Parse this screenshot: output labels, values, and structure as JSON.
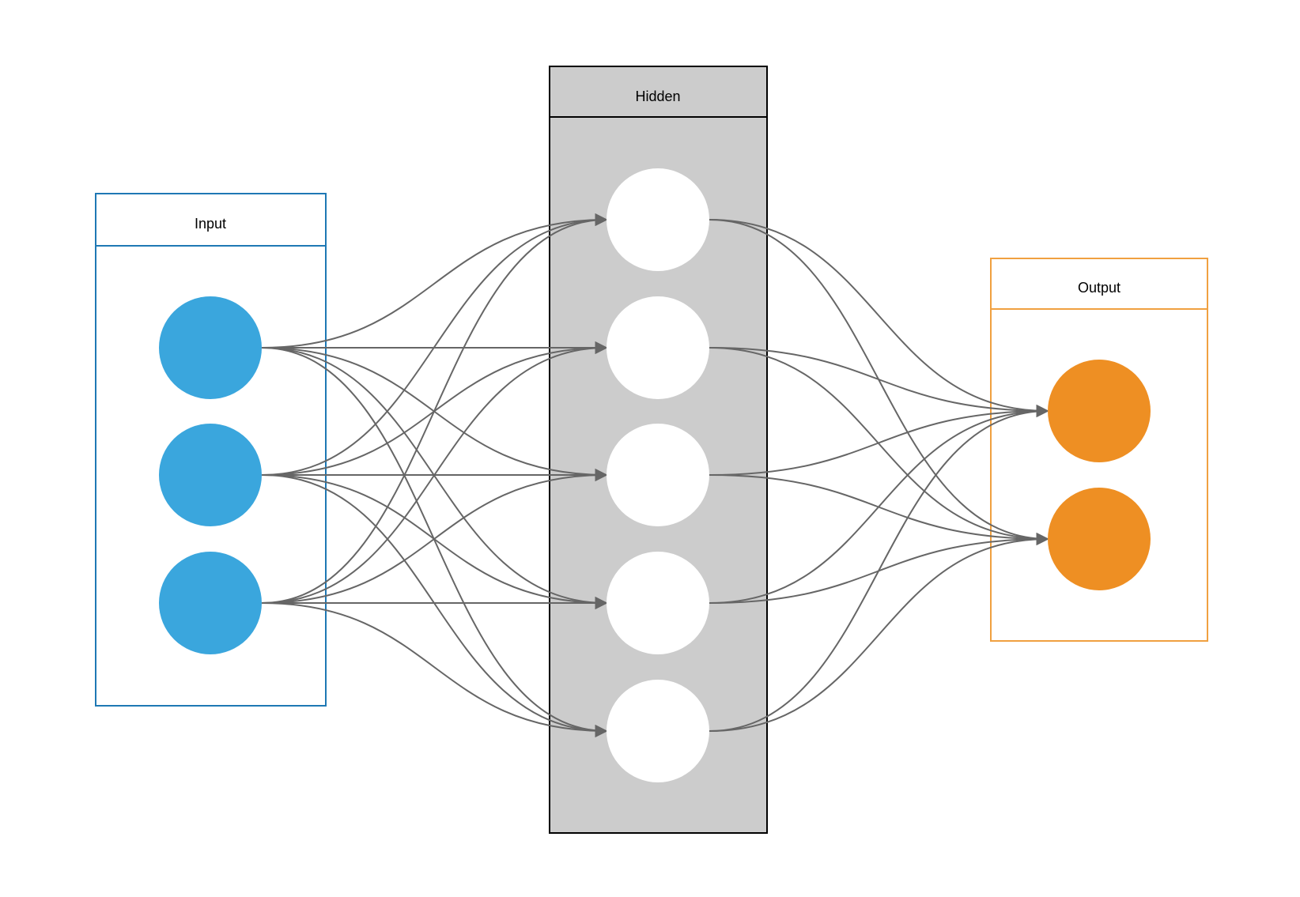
{
  "layers": [
    {
      "id": "input",
      "title": "Input",
      "nodes": 3,
      "style": "outline",
      "border": "#1e78b4",
      "fill": "#ffffff",
      "header_fill": "#ffffff",
      "node_color": "#3aa6dd"
    },
    {
      "id": "hidden",
      "title": "Hidden",
      "nodes": 5,
      "style": "filled",
      "border": "#000000",
      "fill": "#cccccc",
      "header_fill": "#cccccc",
      "node_color": "#ffffff"
    },
    {
      "id": "output",
      "title": "Output",
      "nodes": 2,
      "style": "outline",
      "border": "#f0a040",
      "fill": "#ffffff",
      "header_fill": "#ffffff",
      "node_color": "#ee8f23"
    }
  ],
  "connections": [
    {
      "from": "input",
      "to": "hidden",
      "pattern": "fully-connected"
    },
    {
      "from": "hidden",
      "to": "output",
      "pattern": "fully-connected"
    }
  ],
  "edge_color": "#666666"
}
